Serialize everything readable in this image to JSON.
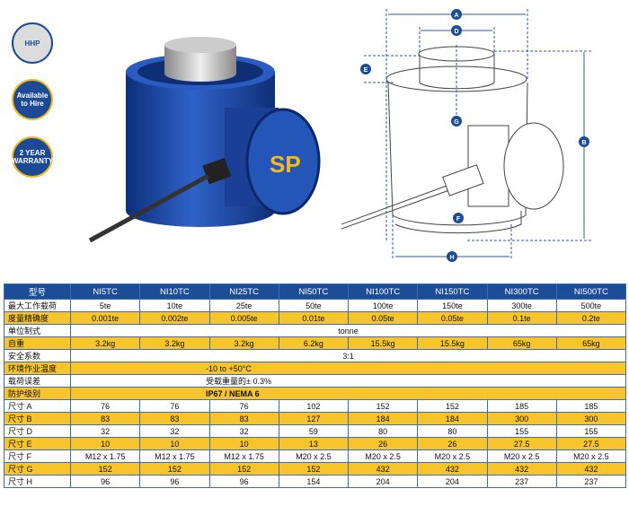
{
  "badges": {
    "hhp": "HHP",
    "hire": "Available to Hire",
    "warranty": "2 YEAR WARRANTY"
  },
  "product_logo": "SP",
  "dimension_labels": [
    "A",
    "D",
    "E",
    "G",
    "B",
    "F",
    "H"
  ],
  "table": {
    "header": [
      "型号",
      "NI5TC",
      "NI10TC",
      "NI25TC",
      "NI50TC",
      "NI100TC",
      "NI150TC",
      "NI300TC",
      "NI500TC"
    ],
    "rows": [
      {
        "label": "最大工作载荷",
        "values": [
          "5te",
          "10te",
          "25te",
          "50te",
          "100te",
          "150te",
          "300te",
          "500te"
        ]
      },
      {
        "label": "度量精确度",
        "values": [
          "0.001te",
          "0.002te",
          "0.005te",
          "0.01te",
          "0.05te",
          "0.05te",
          "0.1te",
          "0.2te"
        ]
      },
      {
        "label": "单位制式",
        "span": "tonne"
      },
      {
        "label": "自重",
        "values": [
          "3.2kg",
          "3.2kg",
          "3.2kg",
          "6.2kg",
          "15.5kg",
          "15.5kg",
          "65kg",
          "65kg"
        ]
      },
      {
        "label": "安全系数",
        "span": "3:1"
      },
      {
        "label": "环境作业温度",
        "span": "-10 to +50°C"
      },
      {
        "label": "载荷误差",
        "span": "受载重量的± 0.3%"
      },
      {
        "label": "防护级别",
        "span": "IP67 / NEMA 6"
      },
      {
        "label": "尺寸 A",
        "values": [
          "76",
          "76",
          "76",
          "102",
          "152",
          "152",
          "185",
          "185"
        ]
      },
      {
        "label": "尺寸 B",
        "values": [
          "83",
          "83",
          "83",
          "127",
          "184",
          "184",
          "300",
          "300"
        ]
      },
      {
        "label": "尺寸 D",
        "values": [
          "32",
          "32",
          "32",
          "59",
          "80",
          "80",
          "155",
          "155"
        ]
      },
      {
        "label": "尺寸 E",
        "values": [
          "10",
          "10",
          "10",
          "13",
          "26",
          "26",
          "27.5",
          "27.5"
        ]
      },
      {
        "label": "尺寸 F",
        "values": [
          "M12 x 1.75",
          "M12 x 1.75",
          "M12 x 1.75",
          "M20 x 2.5",
          "M20 x 2.5",
          "M20 x 2.5",
          "M20 x 2.5",
          "M20 x 2.5"
        ]
      },
      {
        "label": "尺寸 G",
        "values": [
          "152",
          "152",
          "152",
          "152",
          "432",
          "432",
          "432",
          "432"
        ]
      },
      {
        "label": "尺寸 H",
        "values": [
          "96",
          "96",
          "96",
          "154",
          "204",
          "204",
          "237",
          "237"
        ]
      }
    ]
  }
}
